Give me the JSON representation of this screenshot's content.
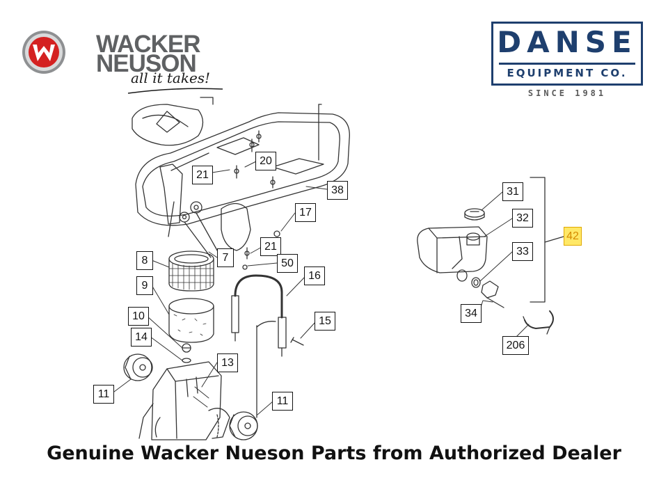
{
  "brand": {
    "wacker_line1": "WACKER",
    "wacker_line2": "NEUSON",
    "tagline": "all it takes!",
    "wacker_red": "#d42121",
    "wacker_gray": "#5f6163",
    "logo_icon": "wacker-neuson-w-icon"
  },
  "dealer": {
    "name": "DANSE",
    "sub": "EQUIPMENT CO.",
    "since": "SINCE 1981",
    "color": "#1e3f6e"
  },
  "diagram": {
    "callouts": [
      "21",
      "20",
      "38",
      "17",
      "21",
      "50",
      "16",
      "15",
      "7",
      "8",
      "9",
      "10",
      "14",
      "13",
      "11",
      "11",
      "31",
      "32",
      "42",
      "33",
      "34",
      "206"
    ],
    "highlighted_part": "42",
    "highlight_fill": "#ffe867"
  },
  "footer": {
    "text": "Genuine Wacker Nueson Parts from Authorized Dealer"
  }
}
